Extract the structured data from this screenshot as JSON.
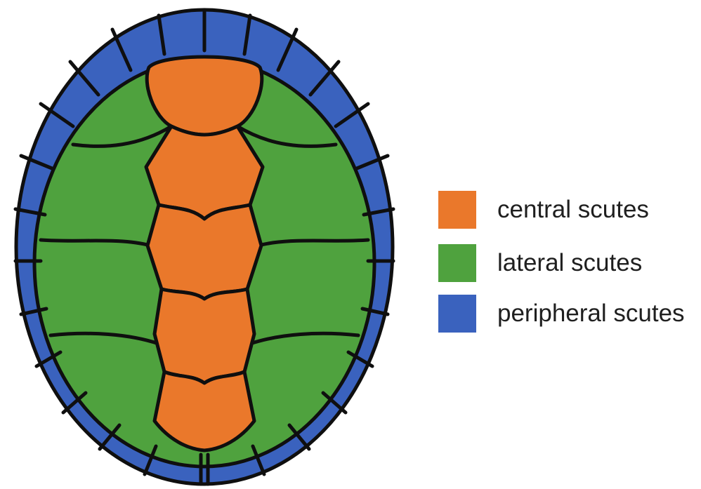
{
  "colors": {
    "central": "#EA782B",
    "lateral": "#4FA23E",
    "peripheral": "#3A62BE",
    "outline": "#0F0F0F"
  },
  "legend": [
    {
      "key": "central",
      "label": "central scutes"
    },
    {
      "key": "lateral",
      "label": "lateral scutes"
    },
    {
      "key": "peripheral",
      "label": "peripheral scutes"
    }
  ]
}
